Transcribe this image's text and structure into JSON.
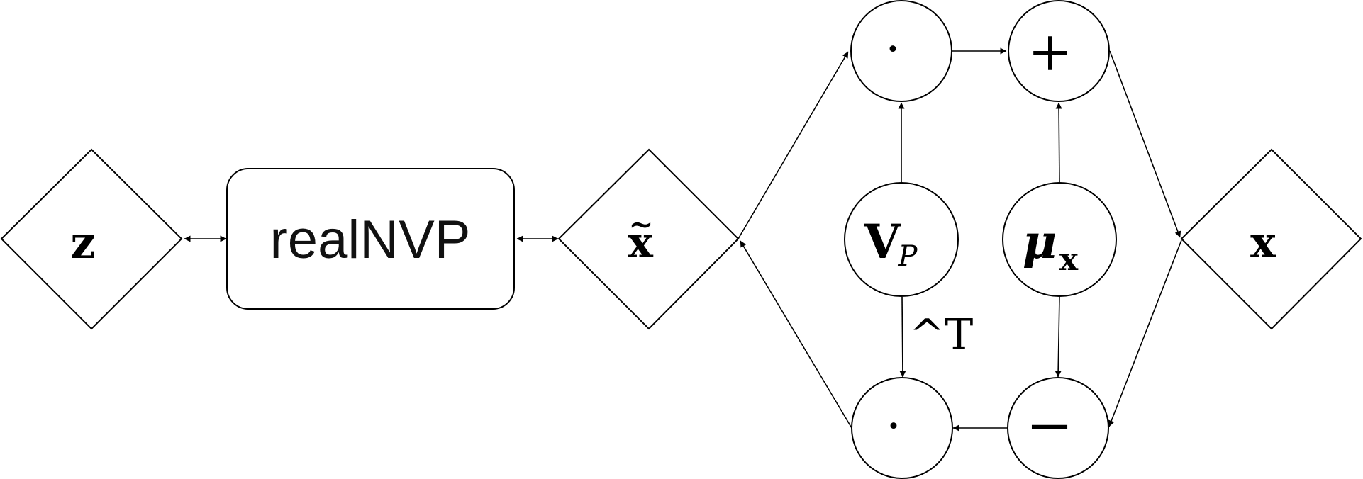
{
  "nodes": {
    "z": {
      "label": "z"
    },
    "realnvp": {
      "label": "realNVP"
    },
    "x_tilde": {
      "label": "x",
      "accent": "~"
    },
    "dot_top": {
      "label": "·"
    },
    "plus": {
      "label": "+"
    },
    "v_p": {
      "label": "V",
      "subscript": "P"
    },
    "mu_x": {
      "label": "μ",
      "subscript": "x"
    },
    "x_out": {
      "label": "x"
    },
    "dot_bottom": {
      "label": "·"
    },
    "minus": {
      "label": "−"
    }
  },
  "edge_labels": {
    "transpose": "^T"
  }
}
